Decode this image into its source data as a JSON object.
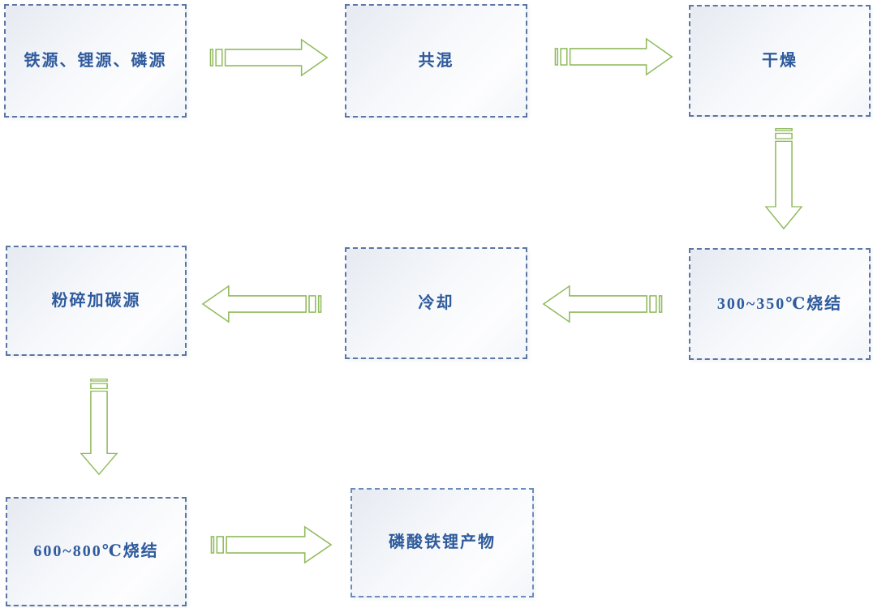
{
  "flowchart": {
    "nodes": [
      {
        "id": "sources",
        "label": "铁源、锂源、磷源"
      },
      {
        "id": "mixing",
        "label": "共混"
      },
      {
        "id": "drying",
        "label": "干燥"
      },
      {
        "id": "sinter-low",
        "label": "300~350℃烧结"
      },
      {
        "id": "cooling",
        "label": "冷却"
      },
      {
        "id": "crush-carbon",
        "label": "粉碎加碳源"
      },
      {
        "id": "sinter-high",
        "label": "600~800℃烧结"
      },
      {
        "id": "product",
        "label": "磷酸铁锂产物"
      }
    ],
    "edges": [
      {
        "from": "sources",
        "to": "mixing",
        "direction": "right"
      },
      {
        "from": "mixing",
        "to": "drying",
        "direction": "right"
      },
      {
        "from": "drying",
        "to": "sinter-low",
        "direction": "down"
      },
      {
        "from": "sinter-low",
        "to": "cooling",
        "direction": "left"
      },
      {
        "from": "cooling",
        "to": "crush-carbon",
        "direction": "left"
      },
      {
        "from": "crush-carbon",
        "to": "sinter-high",
        "direction": "down"
      },
      {
        "from": "sinter-high",
        "to": "product",
        "direction": "right"
      }
    ],
    "colors": {
      "box_border": "#5b76a2",
      "box_text": "#2f5b9d",
      "box_fill_start": "#e6eaf1",
      "box_fill_end": "#fdfdfe",
      "arrow_stroke": "#90ba5c"
    }
  }
}
